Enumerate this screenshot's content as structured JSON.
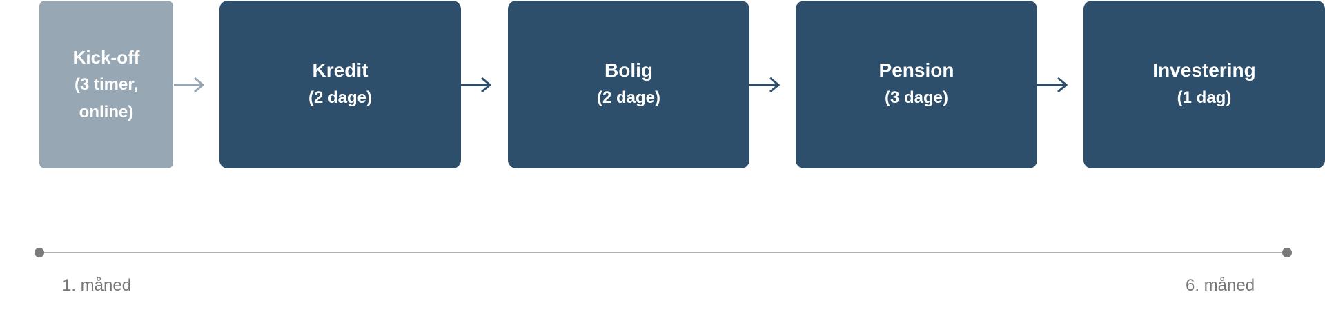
{
  "steps": [
    {
      "title": "Kick-off",
      "subtitle": "(3 timer, online)"
    },
    {
      "title": "Kredit",
      "subtitle": "(2 dage)"
    },
    {
      "title": "Bolig",
      "subtitle": "(2 dage)"
    },
    {
      "title": "Pension",
      "subtitle": "(3 dage)"
    },
    {
      "title": "Investering",
      "subtitle": "(1 dag)"
    }
  ],
  "timeline": {
    "start_label": "1. måned",
    "end_label": "6. måned"
  },
  "colors": {
    "kickoff_box": "#97a7b3",
    "main_box": "#2d4f6c",
    "kickoff_arrow": "#97a7b3",
    "main_arrow": "#2d4f6c",
    "timeline_line": "#b0b0b0",
    "timeline_dot": "#7a7a7a",
    "label_text": "#777777"
  }
}
